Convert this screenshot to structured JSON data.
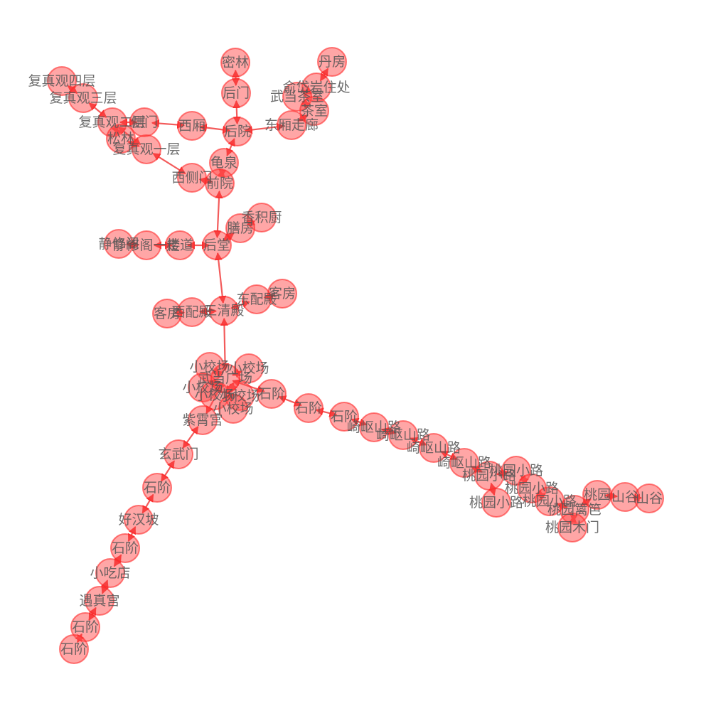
{
  "style": {
    "node_color": "#ff4d4d",
    "edge_color": "#f03232",
    "label_color": "#555555"
  },
  "nodes": [
    {
      "id": "n1",
      "label": "复真观四层"
    },
    {
      "id": "n2",
      "label": "复真观三层"
    },
    {
      "id": "n3",
      "label": "复真观二层"
    },
    {
      "id": "n4",
      "label": "侧门"
    },
    {
      "id": "n5",
      "label": "西厢"
    },
    {
      "id": "n6",
      "label": "后院"
    },
    {
      "id": "n7",
      "label": "后门"
    },
    {
      "id": "n8",
      "label": "密林"
    },
    {
      "id": "n9",
      "label": "丹房"
    },
    {
      "id": "n10",
      "label": "俞岱岩住处"
    },
    {
      "id": "n11",
      "label": "武当茶室"
    },
    {
      "id": "n12",
      "label": "茶室"
    },
    {
      "id": "n13",
      "label": "东厢走廊"
    },
    {
      "id": "n14",
      "label": "松林"
    },
    {
      "id": "n15",
      "label": "复真观一层"
    },
    {
      "id": "n16",
      "label": "龟泉"
    },
    {
      "id": "n17",
      "label": "西侧门"
    },
    {
      "id": "n18",
      "label": "前院"
    },
    {
      "id": "n19",
      "label": "香积厨"
    },
    {
      "id": "n20",
      "label": "膳房"
    },
    {
      "id": "n21",
      "label": "后堂"
    },
    {
      "id": "n22",
      "label": "走道"
    },
    {
      "id": "n23",
      "label": "静修阁"
    },
    {
      "id": "n24",
      "label": "静修阁一楼"
    },
    {
      "id": "n25",
      "label": "客房"
    },
    {
      "id": "n26",
      "label": "东配殿"
    },
    {
      "id": "n27",
      "label": "三清殿"
    },
    {
      "id": "n28",
      "label": "西配殿"
    },
    {
      "id": "n29",
      "label": "客房"
    },
    {
      "id": "n30",
      "label": "小校场"
    },
    {
      "id": "n31",
      "label": "小校场"
    },
    {
      "id": "n32",
      "label": "小校场"
    },
    {
      "id": "n33",
      "label": "小校场"
    },
    {
      "id": "n34",
      "label": "小校场"
    },
    {
      "id": "n35",
      "label": "小校场"
    },
    {
      "id": "n36",
      "label": "武当广场"
    },
    {
      "id": "n37",
      "label": "紫霄宫"
    },
    {
      "id": "n38",
      "label": "石阶"
    },
    {
      "id": "n39",
      "label": "石阶"
    },
    {
      "id": "n40",
      "label": "石阶"
    },
    {
      "id": "n41",
      "label": "崎岖山路"
    },
    {
      "id": "n42",
      "label": "崎岖山路"
    },
    {
      "id": "n43",
      "label": "崎岖山路"
    },
    {
      "id": "n44",
      "label": "崎岖山路"
    },
    {
      "id": "n45",
      "label": "桃园小路"
    },
    {
      "id": "n46",
      "label": "桃园小路"
    },
    {
      "id": "n47",
      "label": "桃园小路"
    },
    {
      "id": "n48",
      "label": "桃园小路"
    },
    {
      "id": "n49",
      "label": "桃园小路"
    },
    {
      "id": "n50",
      "label": "桃园篱笆"
    },
    {
      "id": "n51",
      "label": "桃园木门"
    },
    {
      "id": "n52",
      "label": "桃园"
    },
    {
      "id": "n53",
      "label": "山谷"
    },
    {
      "id": "n54",
      "label": "山谷"
    },
    {
      "id": "n55",
      "label": "玄武门"
    },
    {
      "id": "n56",
      "label": "石阶"
    },
    {
      "id": "n57",
      "label": "好汉坡"
    },
    {
      "id": "n58",
      "label": "石阶"
    },
    {
      "id": "n59",
      "label": "小吃店"
    },
    {
      "id": "n60",
      "label": "遇真宫"
    },
    {
      "id": "n61",
      "label": "石阶"
    },
    {
      "id": "n62",
      "label": "石阶"
    }
  ],
  "edges": [
    [
      "n1",
      "n2"
    ],
    [
      "n2",
      "n3"
    ],
    [
      "n3",
      "n14"
    ],
    [
      "n14",
      "n15"
    ],
    [
      "n3",
      "n15"
    ],
    [
      "n3",
      "n4"
    ],
    [
      "n4",
      "n5"
    ],
    [
      "n5",
      "n6"
    ],
    [
      "n6",
      "n7"
    ],
    [
      "n7",
      "n8"
    ],
    [
      "n6",
      "n13"
    ],
    [
      "n13",
      "n12"
    ],
    [
      "n12",
      "n11"
    ],
    [
      "n11",
      "n10"
    ],
    [
      "n10",
      "n9"
    ],
    [
      "n6",
      "n16"
    ],
    [
      "n16",
      "n18"
    ],
    [
      "n15",
      "n17"
    ],
    [
      "n17",
      "n18"
    ],
    [
      "n18",
      "n21"
    ],
    [
      "n21",
      "n20"
    ],
    [
      "n20",
      "n19"
    ],
    [
      "n21",
      "n22"
    ],
    [
      "n22",
      "n24"
    ],
    [
      "n24",
      "n23"
    ],
    [
      "n21",
      "n27"
    ],
    [
      "n27",
      "n26"
    ],
    [
      "n26",
      "n25"
    ],
    [
      "n27",
      "n28"
    ],
    [
      "n28",
      "n29"
    ],
    [
      "n27",
      "n36"
    ],
    [
      "n30",
      "n36"
    ],
    [
      "n31",
      "n36"
    ],
    [
      "n32",
      "n36"
    ],
    [
      "n33",
      "n36"
    ],
    [
      "n34",
      "n36"
    ],
    [
      "n35",
      "n36"
    ],
    [
      "n36",
      "n37"
    ],
    [
      "n36",
      "n38"
    ],
    [
      "n38",
      "n39"
    ],
    [
      "n39",
      "n40"
    ],
    [
      "n40",
      "n41"
    ],
    [
      "n41",
      "n42"
    ],
    [
      "n42",
      "n43"
    ],
    [
      "n43",
      "n44"
    ],
    [
      "n44",
      "n45"
    ],
    [
      "n45",
      "n46"
    ],
    [
      "n46",
      "n47"
    ],
    [
      "n47",
      "n48"
    ],
    [
      "n45",
      "n49"
    ],
    [
      "n48",
      "n50"
    ],
    [
      "n50",
      "n51"
    ],
    [
      "n50",
      "n52"
    ],
    [
      "n52",
      "n53"
    ],
    [
      "n53",
      "n54"
    ],
    [
      "n37",
      "n55"
    ],
    [
      "n55",
      "n56"
    ],
    [
      "n56",
      "n57"
    ],
    [
      "n57",
      "n58"
    ],
    [
      "n58",
      "n59"
    ],
    [
      "n59",
      "n60"
    ],
    [
      "n60",
      "n61"
    ],
    [
      "n61",
      "n62"
    ]
  ]
}
